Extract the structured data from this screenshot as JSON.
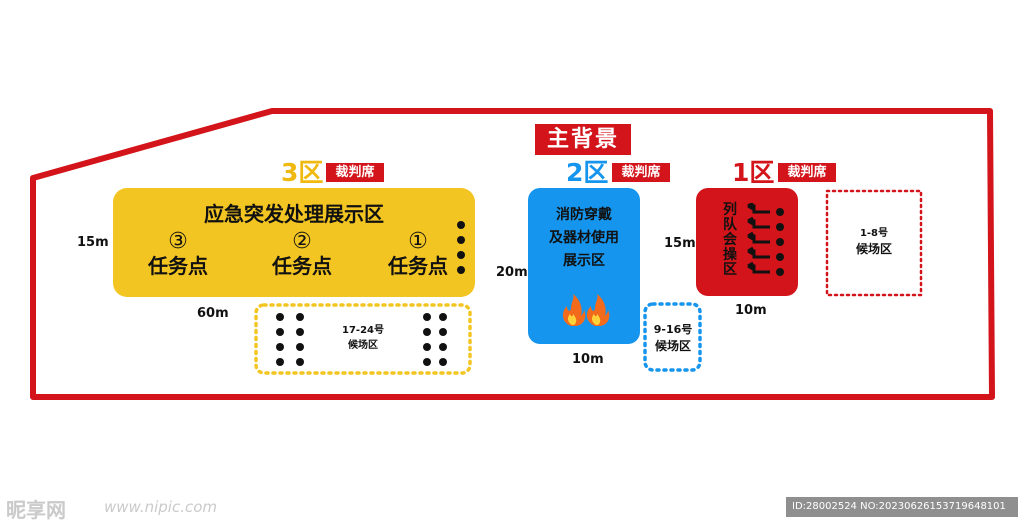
{
  "main_backdrop": {
    "label": "主背景"
  },
  "zone3": {
    "label": "3区",
    "color": "#f0b90f",
    "judge_seat": "裁判席",
    "title": "应急突发处理展示区",
    "tasks": [
      {
        "number": "③",
        "label": "任务点"
      },
      {
        "number": "②",
        "label": "任务点"
      },
      {
        "number": "①",
        "label": "任务点"
      }
    ],
    "height_dim": "15m",
    "width_dim": "60m",
    "waiting_area": {
      "line1": "17-24号",
      "line2": "候场区"
    }
  },
  "zone2": {
    "label": "2区",
    "color": "#1595ee",
    "judge_seat": "裁判席",
    "text_lines": [
      "消防穿戴",
      "及器材使用",
      "展示区"
    ],
    "icon": "fire-icon",
    "height_dim": "20m",
    "width_dim": "10m",
    "waiting_area": {
      "line1": "9-16号",
      "line2": "候场区"
    }
  },
  "zone1": {
    "label": "1区",
    "color": "#d3141a",
    "judge_seat": "裁判席",
    "text": [
      "列",
      "队",
      "会",
      "操",
      "区"
    ],
    "height_dim": "15m",
    "width_dim": "10m",
    "waiting_area": {
      "line1": "1-8号",
      "line2": "候场区"
    }
  },
  "watermark": {
    "left_logo": "昵享网",
    "left_url": "www.nipic.com",
    "right_id": "ID:28002524 NO:20230626153719648101"
  }
}
